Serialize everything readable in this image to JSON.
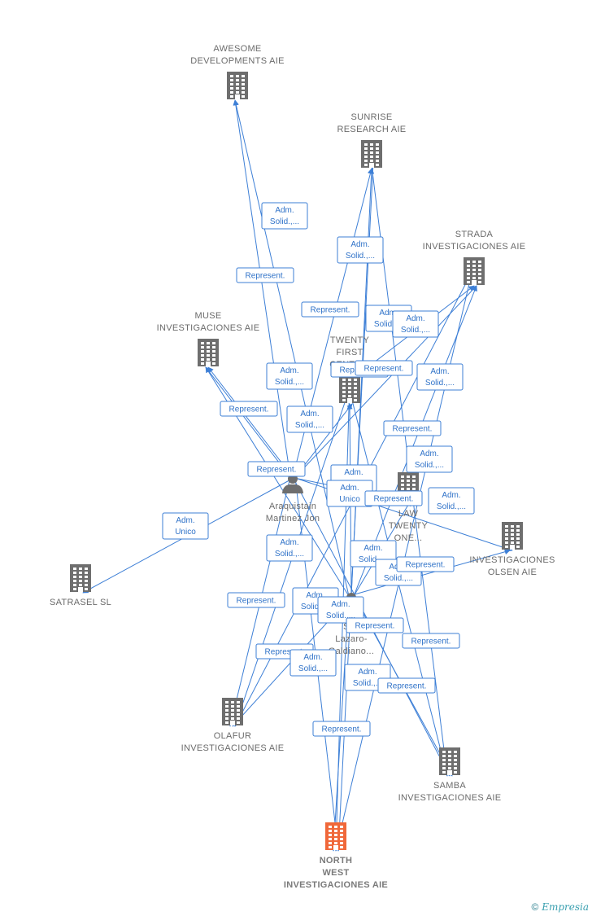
{
  "colors": {
    "edge": "#3d7fd6",
    "building": "#6e6e6e",
    "main_building": "#f0683a",
    "person": "#6e6e6e"
  },
  "nodes": [
    {
      "id": "awesome",
      "kind": "company",
      "lines": [
        "AWESOME",
        "DEVELOPMENTS AIE"
      ]
    },
    {
      "id": "sunrise",
      "kind": "company",
      "lines": [
        "SUNRISE",
        "RESEARCH AIE"
      ]
    },
    {
      "id": "strada",
      "kind": "company",
      "lines": [
        "STRADA",
        "INVESTIGACIONES AIE"
      ]
    },
    {
      "id": "muse",
      "kind": "company",
      "lines": [
        "MUSE",
        "INVESTIGACIONES AIE"
      ]
    },
    {
      "id": "twenty",
      "kind": "company",
      "lines": [
        "TWENTY",
        "FIRST",
        "CENTU..."
      ]
    },
    {
      "id": "law",
      "kind": "company",
      "lines": [
        "LAW",
        "TWENTY",
        "ONE..."
      ]
    },
    {
      "id": "olsen",
      "kind": "company",
      "lines": [
        "INVESTIGACIONES",
        "OLSEN AIE"
      ]
    },
    {
      "id": "satrasel",
      "kind": "company",
      "lines": [
        "SATRASEL  SL"
      ]
    },
    {
      "id": "olafur",
      "kind": "company",
      "lines": [
        "OLAFUR",
        "INVESTIGACIONES AIE"
      ]
    },
    {
      "id": "samba",
      "kind": "company",
      "lines": [
        "SAMBA",
        "INVESTIGACIONES AIE"
      ]
    },
    {
      "id": "northwest",
      "kind": "main",
      "lines": [
        "NORTH",
        "WEST",
        "INVESTIGACIONES AIE"
      ]
    },
    {
      "id": "araquistain",
      "kind": "person",
      "lines": [
        "Araquistain",
        "Martinez Jon"
      ]
    },
    {
      "id": "sus",
      "kind": "person",
      "lines": [
        "Sus",
        "Lazaro-",
        "Galdiano..."
      ]
    }
  ],
  "edge_labels": [
    {
      "lines": [
        "Adm.",
        "Solid.,..."
      ]
    },
    {
      "lines": [
        "Represent."
      ]
    },
    {
      "lines": [
        "Adm.",
        "Solid.,..."
      ]
    },
    {
      "lines": [
        "Represent."
      ]
    },
    {
      "lines": [
        "Adm.",
        "Solid.,..."
      ]
    },
    {
      "lines": [
        "Adm.",
        "Solid.,..."
      ]
    },
    {
      "lines": [
        "Represent."
      ]
    },
    {
      "lines": [
        "Represent."
      ]
    },
    {
      "lines": [
        "Adm.",
        "Solid.,..."
      ]
    },
    {
      "lines": [
        "Adm.",
        "Solid.,..."
      ]
    },
    {
      "lines": [
        "Represent."
      ]
    },
    {
      "lines": [
        "Adm.",
        "Solid.,..."
      ]
    },
    {
      "lines": [
        "Represent."
      ]
    },
    {
      "lines": [
        "Adm.",
        "Solid.,..."
      ]
    },
    {
      "lines": [
        "Represent."
      ]
    },
    {
      "lines": [
        "Adm.",
        "Solid.,..."
      ]
    },
    {
      "lines": [
        "Adm.",
        "Unico"
      ]
    },
    {
      "lines": [
        "Adm.",
        "Unico"
      ]
    },
    {
      "lines": [
        "Represent."
      ]
    },
    {
      "lines": [
        "Adm.",
        "Solid.,..."
      ]
    },
    {
      "lines": [
        "Adm.",
        "Solid.,..."
      ]
    },
    {
      "lines": [
        "Adm.",
        "Solid.,..."
      ]
    },
    {
      "lines": [
        "Adm.",
        "Solid.,..."
      ]
    },
    {
      "lines": [
        "Represent."
      ]
    },
    {
      "lines": [
        "Represent."
      ]
    },
    {
      "lines": [
        "Adm.",
        "Solid.,..."
      ]
    },
    {
      "lines": [
        "Adm.",
        "Solid.,..."
      ]
    },
    {
      "lines": [
        "Represent."
      ]
    },
    {
      "lines": [
        "Represent."
      ]
    },
    {
      "lines": [
        "Represent."
      ]
    },
    {
      "lines": [
        "Adm.",
        "Solid.,..."
      ]
    },
    {
      "lines": [
        "Adm.",
        "Solid.,..."
      ]
    },
    {
      "lines": [
        "Represent."
      ]
    },
    {
      "lines": [
        "Represent."
      ]
    }
  ],
  "footer": {
    "copyright": "©",
    "brand": "Empresia"
  }
}
